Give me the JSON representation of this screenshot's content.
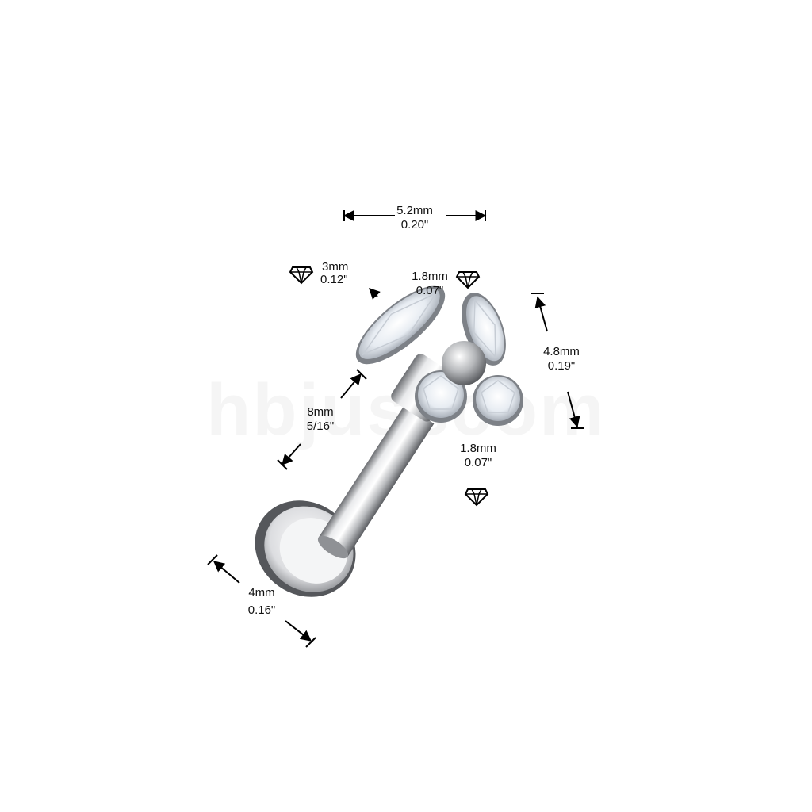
{
  "watermark": "hbjusscom",
  "dimensions": {
    "top_width": {
      "mm": "5.2mm",
      "in": "0.20\""
    },
    "marquise_stone": {
      "mm": "3mm",
      "in": "0.12\""
    },
    "small_stone_top": {
      "mm": "1.8mm",
      "in": "0.07\""
    },
    "top_height": {
      "mm": "4.8mm",
      "in": "0.19\""
    },
    "bar_length": {
      "mm": "8mm",
      "in": "5/16\""
    },
    "small_stone_bottom": {
      "mm": "1.8mm",
      "in": "0.07\""
    },
    "disc_diameter": {
      "mm": "4mm",
      "in": "0.16\""
    }
  },
  "icons": [
    "diamond-icon",
    "diamond-icon",
    "diamond-icon"
  ]
}
